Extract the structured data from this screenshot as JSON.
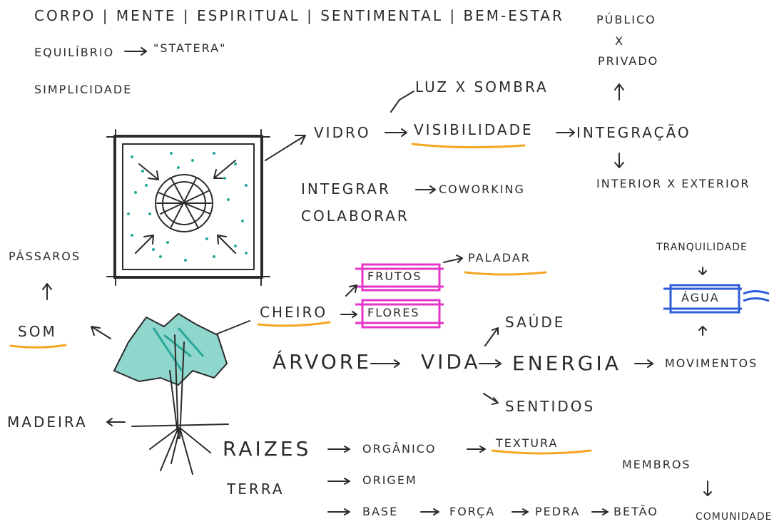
{
  "header": {
    "line1": "CORPO | MENTE | ESPIRITUAL | SENTIMENTAL | BEM-ESTAR",
    "line2a": "EQUILÍBRIO",
    "line2b": "\"STATERA\"",
    "line3": "SIMPLICIDADE"
  },
  "top_right": {
    "publico": "PÚBLICO",
    "x": "X",
    "privado": "PRIVADO"
  },
  "glass_row": {
    "luz": "LUZ X SOMBRA",
    "vidro": "VIDRO",
    "visibilidade": "VISIBILIDADE",
    "integracao": "INTEGRAÇÃO",
    "interior": "INTERIOR X EXTERIOR",
    "integrar": "INTEGRAR",
    "coworking": "COWORKING",
    "colaborar": "COLABORAR"
  },
  "senses": {
    "passaros": "PÁSSAROS",
    "som": "SOM",
    "cheiro": "CHEIRO",
    "frutos": "FRUTOS",
    "flores": "FLORES",
    "paladar": "PALADAR",
    "tranquilidade": "TRANQUILIDADE",
    "agua": "ÁGUA",
    "saude": "SAÚDE"
  },
  "tree_row": {
    "arvore": "ÁRVORE",
    "vida": "VIDA",
    "energia": "ENERGIA",
    "movimentos": "MOVIMENTOS",
    "sentidos": "SENTIDOS",
    "madeira": "MADEIRA"
  },
  "roots": {
    "raizes": "RAIZES",
    "terra": "TERRA",
    "organico": "ORGÂNICO",
    "textura": "TEXTURA",
    "origem": "ORIGEM",
    "base": "BASE",
    "forca": "FORÇA",
    "pedra": "PEDRA",
    "betao": "BETÃO",
    "membros": "MEMBROS",
    "comunidade": "COMUNIDADE"
  },
  "colors": {
    "ink": "#2b2b2b",
    "highlight": "#f5a623",
    "frutos_box": "#e535c8",
    "agua_box": "#2e5bd8",
    "teal": "#2aa89a"
  }
}
